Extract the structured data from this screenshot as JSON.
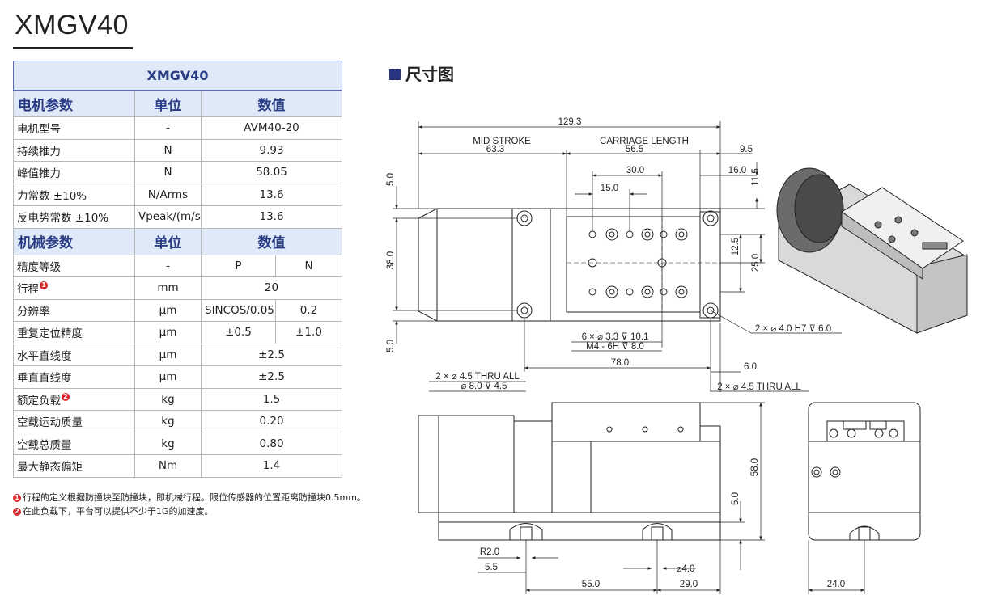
{
  "title": "XMGV40",
  "table": {
    "caption": "XMGV40",
    "motor_header": {
      "param": "电机参数",
      "unit": "单位",
      "value": "数值"
    },
    "motor_rows": [
      {
        "param": "电机型号",
        "unit": "-",
        "value": "AVM40-20"
      },
      {
        "param": "持续推力",
        "unit": "N",
        "value": "9.93"
      },
      {
        "param": "峰值推力",
        "unit": "N",
        "value": "58.05"
      },
      {
        "param": "力常数 ±10%",
        "unit": "N/Arms",
        "value": "13.6"
      },
      {
        "param": "反电势常数 ±10%",
        "unit": "Vpeak/(m/s)",
        "value": "13.6"
      }
    ],
    "mech_header": {
      "param": "机械参数",
      "unit": "单位",
      "value": "数值"
    },
    "precision_row": {
      "param": "精度等级",
      "unit": "-",
      "p": "P",
      "n": "N"
    },
    "stroke_row": {
      "param": "行程",
      "note": "1",
      "unit": "mm",
      "value": "20"
    },
    "resolution_row": {
      "param": "分辨率",
      "unit": "μm",
      "p": "SINCOS/0.05",
      "n": "0.2"
    },
    "repeat_row": {
      "param": "重复定位精度",
      "unit": "μm",
      "p": "±0.5",
      "n": "±1.0"
    },
    "mech_rows": [
      {
        "param": "水平直线度",
        "unit": "μm",
        "value": "±2.5"
      },
      {
        "param": "垂直直线度",
        "unit": "μm",
        "value": "±2.5"
      }
    ],
    "load_row": {
      "param": "额定负载",
      "note": "2",
      "unit": "kg",
      "value": "1.5"
    },
    "tail_rows": [
      {
        "param": "空载运动质量",
        "unit": "kg",
        "value": "0.20"
      },
      {
        "param": "空载总质量",
        "unit": "kg",
        "value": "0.80"
      },
      {
        "param": "最大静态偏矩",
        "unit": "Nm",
        "value": "1.4"
      }
    ]
  },
  "notes": [
    {
      "num": "1",
      "text": "行程的定义根据防撞块至防撞块，即机械行程。限位传感器的位置距离防撞块0.5mm。"
    },
    {
      "num": "2",
      "text": "在此负载下，平台可以提供不少于1G的加速度。"
    }
  ],
  "drawing": {
    "heading": "尺寸图",
    "labels": {
      "overall": "129.3",
      "mid_stroke": "MID STROKE",
      "mid_stroke_val": "63.3",
      "carriage_length": "CARRIAGE LENGTH",
      "carriage_val": "56.5",
      "d9_5": "9.5",
      "d30": "30.0",
      "d16": "16.0",
      "d11_5": "11.5",
      "d15": "15.0",
      "d5_top": "5.0",
      "d38": "38.0",
      "d5_bot": "5.0",
      "d12_5": "12.5",
      "d25": "25.0",
      "hole_h7": "2 × ⌀ 4.0 H7 ⊽ 6.0",
      "holes_6x": "6 × ⌀ 3.3  ⊽ 10.1",
      "m4": "M4 - 6H ⊽ 8.0",
      "d78": "78.0",
      "d6": "6.0",
      "thru_left": "2 × ⌀ 4.5 THRU ALL",
      "cbore_left": "⌀ 8.0  ⊽ 4.5",
      "thru_right": "2 × ⌀ 4.5 THRU ALL",
      "d58": "58.0",
      "d5_side": "5.0",
      "r2": "R2.0",
      "d5_5": "5.5",
      "dia4": "⌀4.0",
      "d55": "55.0",
      "d29": "29.0",
      "d24": "24.0"
    }
  }
}
